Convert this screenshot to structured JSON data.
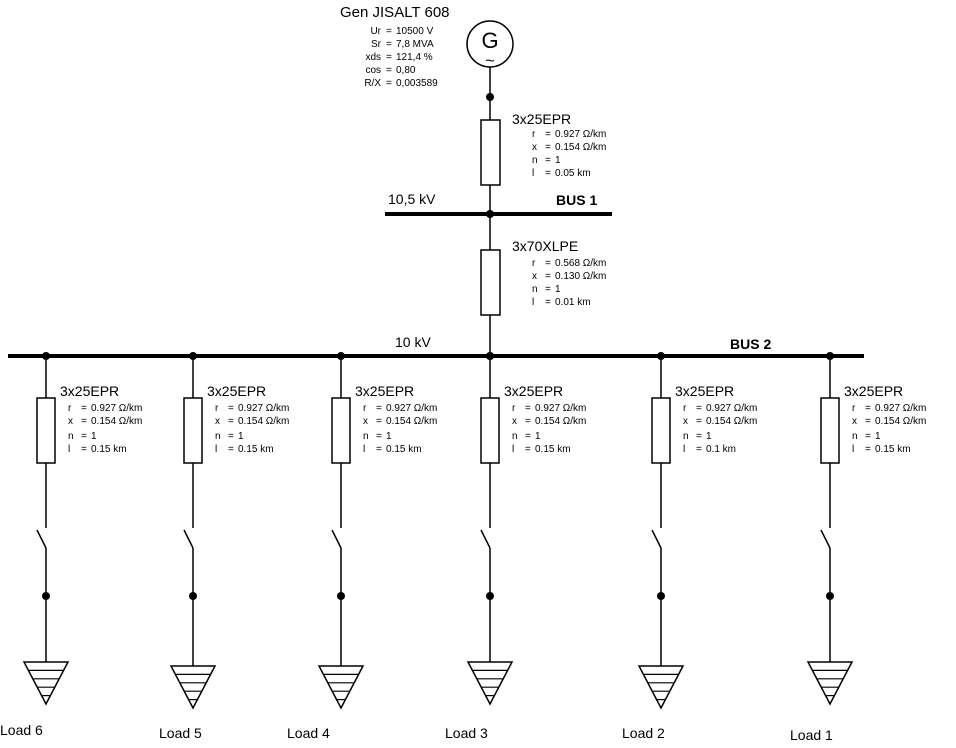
{
  "generator": {
    "name": "Gen JISALT 608",
    "symbol": "G",
    "params": [
      {
        "k": "Ur",
        "v": "10500 V"
      },
      {
        "k": "Sr",
        "v": "7,8 MVA"
      },
      {
        "k": "xds",
        "v": "121,4 %"
      },
      {
        "k": "cos",
        "v": "0,80"
      },
      {
        "k": "R/X",
        "v": "0,003589"
      }
    ]
  },
  "buses": {
    "bus1": {
      "name": "BUS 1",
      "voltage": "10,5 kV"
    },
    "bus2": {
      "name": "BUS 2",
      "voltage": "10 kV"
    }
  },
  "cables": {
    "gen_cable": {
      "name": "3x25EPR",
      "r": "0.927 Ω/km",
      "x": "0.154 Ω/km",
      "n": "1",
      "l": "0.05 km"
    },
    "tie_cable": {
      "name": "3x70XLPE",
      "r": "0.568 Ω/km",
      "x": "0.130 Ω/km",
      "n": "1",
      "l": "0.01 km"
    }
  },
  "feeders": [
    {
      "load": "Load 6",
      "cable": "3x25EPR",
      "r": "0.927 Ω/km",
      "x": "0.154 Ω/km",
      "n": "1",
      "l": "0.15 km"
    },
    {
      "load": "Load 5",
      "cable": "3x25EPR",
      "r": "0.927 Ω/km",
      "x": "0.154 Ω/km",
      "n": "1",
      "l": "0.15 km"
    },
    {
      "load": "Load 4",
      "cable": "3x25EPR",
      "r": "0.927 Ω/km",
      "x": "0.154 Ω/km",
      "n": "1",
      "l": "0.15 km"
    },
    {
      "load": "Load 3",
      "cable": "3x25EPR",
      "r": "0.927 Ω/km",
      "x": "0.154 Ω/km",
      "n": "1",
      "l": "0.15 km"
    },
    {
      "load": "Load 2",
      "cable": "3x25EPR",
      "r": "0.927 Ω/km",
      "x": "0.154 Ω/km",
      "n": "1",
      "l": "0.1 km"
    },
    {
      "load": "Load 1",
      "cable": "3x25EPR",
      "r": "0.927 Ω/km",
      "x": "0.154 Ω/km",
      "n": "1",
      "l": "0.15 km"
    }
  ]
}
